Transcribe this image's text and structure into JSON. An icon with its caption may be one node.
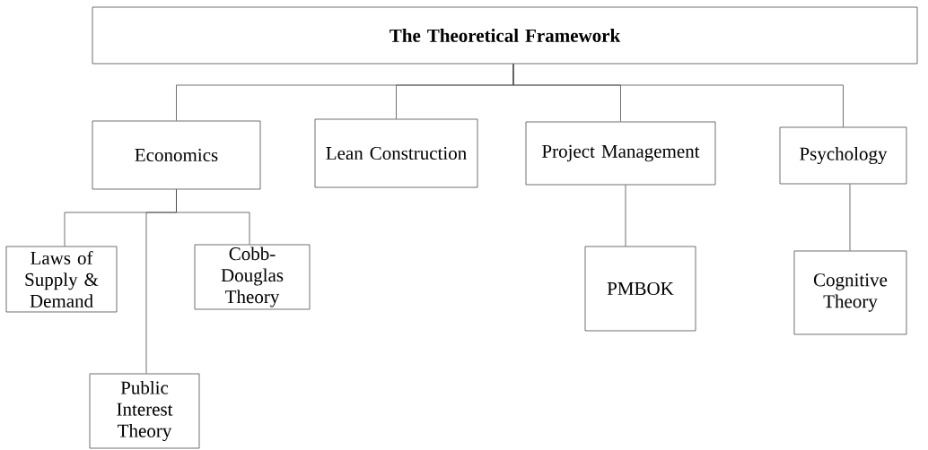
{
  "diagram": {
    "nodes": [
      {
        "text": [
          "The Theoretical Framework"
        ]
      },
      {
        "text": [
          "Economics"
        ]
      },
      {
        "text": [
          "Lean Construction"
        ]
      },
      {
        "text": [
          "Project Management"
        ]
      },
      {
        "text": [
          "Psychology"
        ]
      },
      {
        "text": [
          "Laws of Supply & Demand"
        ]
      },
      {
        "text": [
          "Public Interest Theory"
        ]
      },
      {
        "text": [
          "Cobb-Douglas Theory"
        ]
      },
      {
        "text": [
          "PMBOK"
        ]
      },
      {
        "text": [
          "Cognitive Theory"
        ]
      }
    ],
    "edges": [
      {
        "from": 0,
        "to": 1,
        "arrow": "none"
      },
      {
        "from": 0,
        "to": 2,
        "arrow": "none"
      },
      {
        "from": 0,
        "to": 3,
        "arrow": "none"
      },
      {
        "from": 0,
        "to": 4,
        "arrow": "none"
      },
      {
        "from": 1,
        "to": 5,
        "arrow": "none"
      },
      {
        "from": 1,
        "to": 6,
        "arrow": "none"
      },
      {
        "from": 1,
        "to": 7,
        "arrow": "none"
      },
      {
        "from": 3,
        "to": 8,
        "arrow": "none"
      },
      {
        "from": 4,
        "to": 9,
        "arrow": "none"
      }
    ]
  }
}
